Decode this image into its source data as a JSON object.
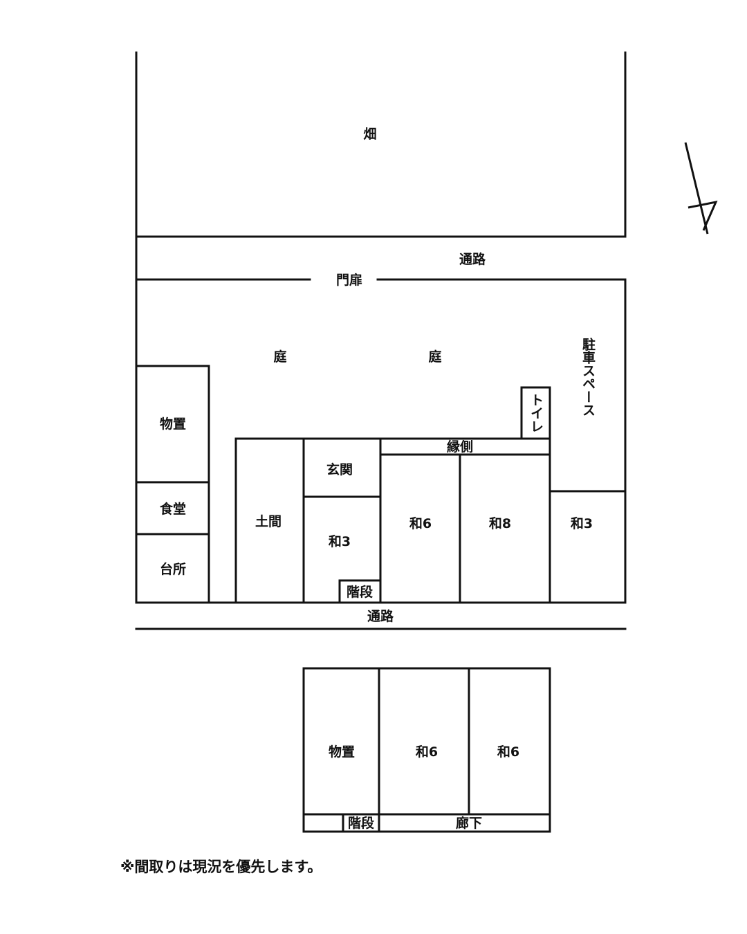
{
  "labels": {
    "field": "畑",
    "path_north": "通路",
    "gate": "門扉",
    "garden_left": "庭",
    "garden_right": "庭",
    "parking": "駐車スペース",
    "toilet": "トイレ",
    "storage_main": "物置",
    "dining": "食堂",
    "kitchen": "台所",
    "doma": "土間",
    "entrance": "玄関",
    "engawa": "縁側",
    "washitsu3_center": "和3",
    "stairs_main": "階段",
    "washitsu6_main": "和6",
    "washitsu8": "和8",
    "washitsu3_right": "和3",
    "path_south": "通路",
    "storage_annex": "物置",
    "washitsu6_annex_a": "和6",
    "washitsu6_annex_b": "和6",
    "stairs_annex": "階段",
    "corridor": "廊下"
  },
  "note": "※間取りは現況を優先します。",
  "colors": {
    "line": "#111111",
    "background": "#ffffff"
  }
}
